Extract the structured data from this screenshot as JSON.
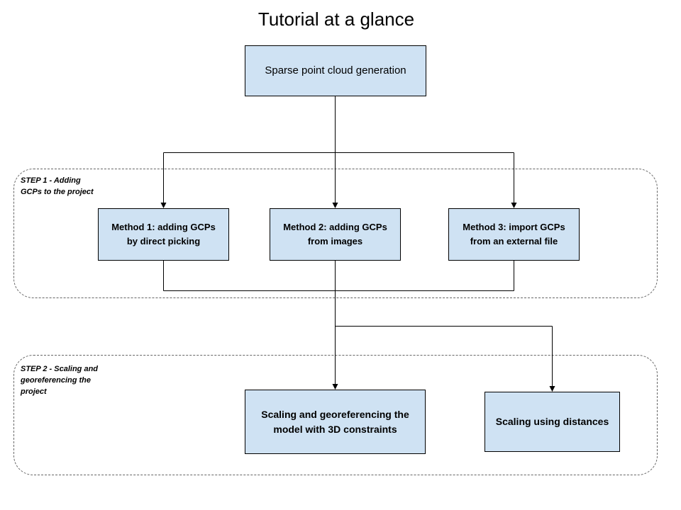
{
  "title": "Tutorial at a glance",
  "groups": {
    "step1": {
      "label_line1": "STEP 1 - Adding",
      "label_line2": "GCPs to the project"
    },
    "step2": {
      "label_line1": "STEP 2 - Scaling and",
      "label_line2": "georeferencing the",
      "label_line3": "project"
    }
  },
  "nodes": {
    "sparse": {
      "text": "Sparse point cloud generation"
    },
    "method1": {
      "line1": "Method 1: adding GCPs",
      "line2": "by direct picking"
    },
    "method2": {
      "line1": "Method 2: adding GCPs",
      "line2": "from images"
    },
    "method3": {
      "line1": "Method 3: import GCPs",
      "line2": "from an external file"
    },
    "scaling3d": {
      "line1": "Scaling and georeferencing the",
      "line2": "model with 3D constraints"
    },
    "scalingdist": {
      "text": "Scaling using distances"
    }
  },
  "colors": {
    "node_fill": "#cfe2f3",
    "node_border": "#000000",
    "group_border": "#666666"
  }
}
